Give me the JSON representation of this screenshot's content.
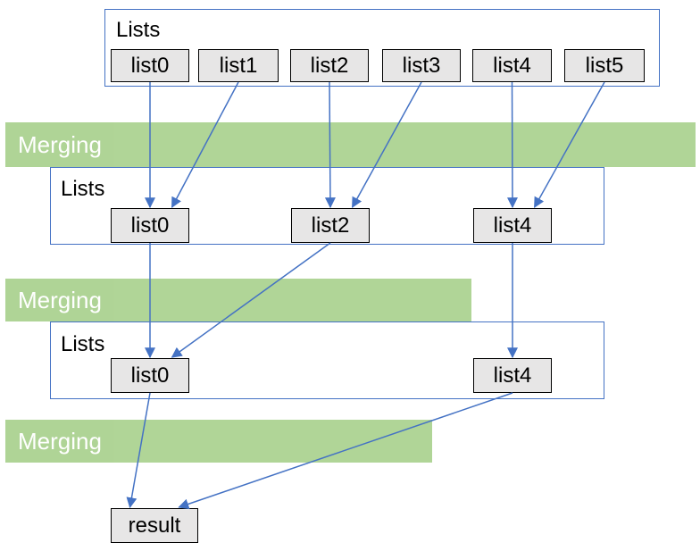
{
  "colors": {
    "band": "#a9d18e",
    "box_border": "#4472c4",
    "node_fill": "#e7e6e6",
    "arrow": "#4472c4"
  },
  "level1": {
    "title": "Lists",
    "nodes": [
      "list0",
      "list1",
      "list2",
      "list3",
      "list4",
      "list5"
    ]
  },
  "merge1": {
    "label": "Merging"
  },
  "level2": {
    "title": "Lists",
    "nodes": [
      "list0",
      "list2",
      "list4"
    ]
  },
  "merge2": {
    "label": "Merging"
  },
  "level3": {
    "title": "Lists",
    "nodes": [
      "list0",
      "list4"
    ]
  },
  "merge3": {
    "label": "Merging"
  },
  "result": {
    "label": "result"
  },
  "edges": [
    [
      "l1_list0",
      "l2_list0"
    ],
    [
      "l1_list1",
      "l2_list0"
    ],
    [
      "l1_list2",
      "l2_list2"
    ],
    [
      "l1_list3",
      "l2_list2"
    ],
    [
      "l1_list4",
      "l2_list4"
    ],
    [
      "l1_list5",
      "l2_list4"
    ],
    [
      "l2_list0",
      "l3_list0"
    ],
    [
      "l2_list2",
      "l3_list0"
    ],
    [
      "l2_list4",
      "l3_list4"
    ],
    [
      "l3_list0",
      "result"
    ],
    [
      "l3_list4",
      "result"
    ]
  ]
}
